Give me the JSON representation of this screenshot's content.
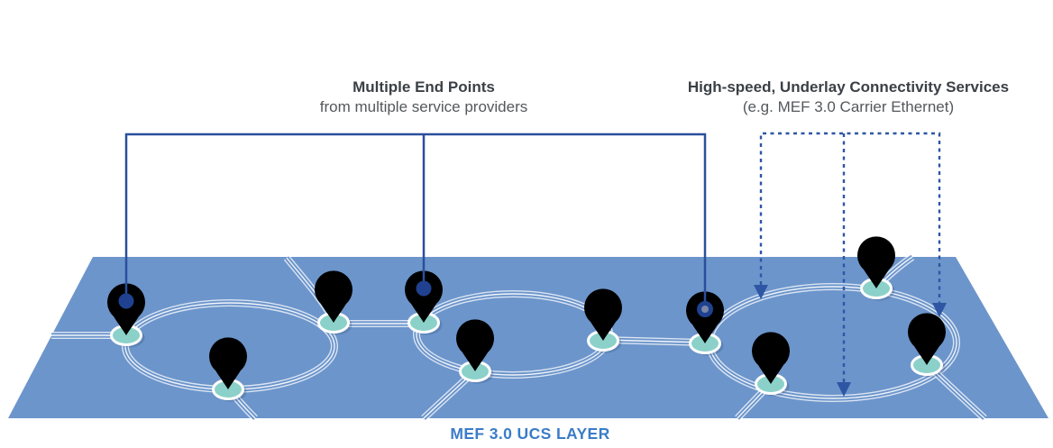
{
  "diagram": {
    "layer_title": "MEF 3.0 UCS LAYER",
    "annotations": {
      "endpoints": {
        "line1": "Multiple End Points",
        "line2": "from multiple service providers"
      },
      "underlay": {
        "line1": "High-speed, Underlay Connectivity Services",
        "line2": "(e.g. MEF 3.0 Carrier Ethernet)"
      }
    },
    "pin_groups": [
      {
        "color_name": "orange",
        "count": 3,
        "solid_line_connected_pins": 1
      },
      {
        "color_name": "purple",
        "count": 3,
        "solid_line_connected_pins": 1
      },
      {
        "color_name": "blue",
        "count": 4,
        "solid_line_connected_pins": 1
      }
    ],
    "rings_count": 3,
    "dashed_arrows_count": 3
  },
  "colors": {
    "plane": "#6c95cb",
    "track-line": "#ffffff",
    "pin-orange": "#f0922d",
    "pin-orange-inner": "#f7bd74",
    "pin-purple": "#8e4080",
    "pin-purple-inner": "#b985ab",
    "pin-blue": "#2a4d99",
    "pin-blue-inner": "#7b87a6",
    "node-base": "#8bd1c9",
    "dot-navy": "#1f4190",
    "connector-solid": "#2a4f9c",
    "connector-dashed": "#2e56a4",
    "title-blue": "#3b7cc7",
    "label-dark": "#3b4046",
    "label-gray": "#54585c"
  }
}
